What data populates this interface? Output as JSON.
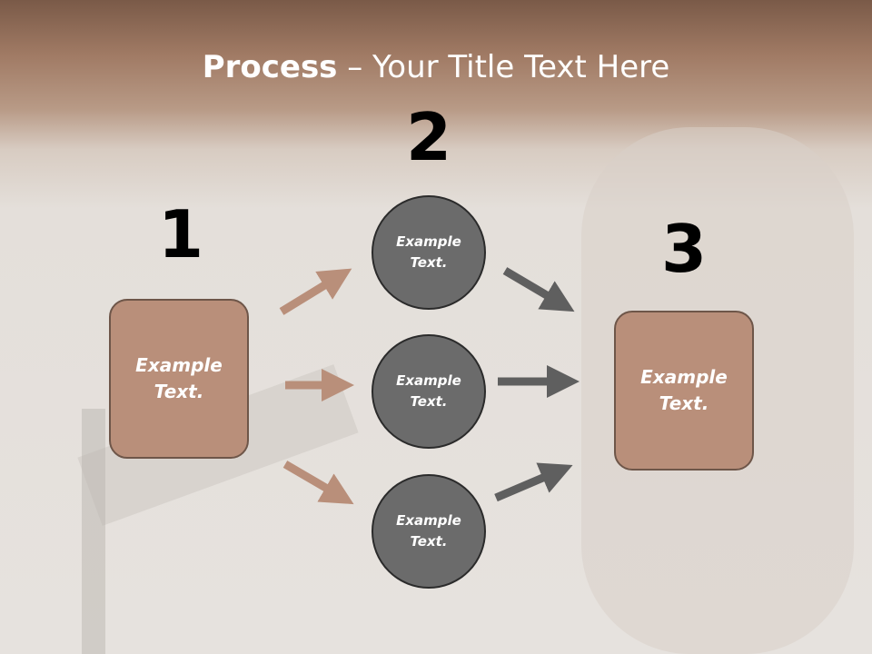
{
  "title": {
    "bold": "Process",
    "rest": " – Your Title Text Here"
  },
  "steps": {
    "one": "1",
    "two": "2",
    "three": "3"
  },
  "left_box": {
    "text": "Example Text."
  },
  "right_box": {
    "text": "Example Text."
  },
  "circles": [
    {
      "text": "Example Text."
    },
    {
      "text": "Example Text."
    },
    {
      "text": "Example Text."
    }
  ],
  "colors": {
    "box_fill": "#b98f7a",
    "circle_fill": "#6b6b6b",
    "arrow_left": "#b98f7a",
    "arrow_right": "#5f5f5f",
    "header_band": "#9a7260"
  }
}
